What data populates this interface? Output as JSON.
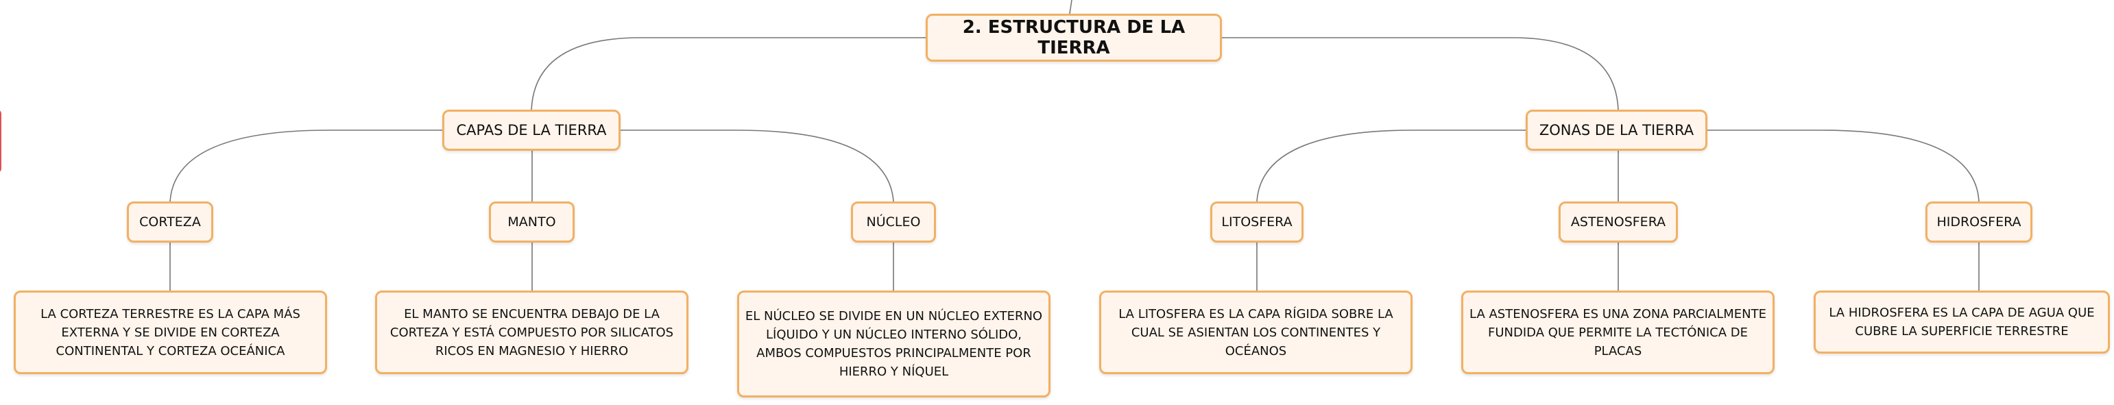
{
  "root": {
    "title": "2. ESTRUCTURA DE LA TIERRA"
  },
  "branches": [
    {
      "label": "CAPAS DE LA TIERRA",
      "children": [
        {
          "label": "CORTEZA",
          "description": "LA CORTEZA TERRESTRE ES LA CAPA MÁS EXTERNA Y SE DIVIDE EN CORTEZA CONTINENTAL Y CORTEZA OCEÁNICA"
        },
        {
          "label": "MANTO",
          "description": "EL MANTO SE ENCUENTRA DEBAJO DE LA CORTEZA Y ESTÁ COMPUESTO POR SILICATOS RICOS EN MAGNESIO Y HIERRO"
        },
        {
          "label": "NÚCLEO",
          "description": "EL NÚCLEO SE DIVIDE EN UN NÚCLEO EXTERNO LÍQUIDO Y UN NÚCLEO INTERNO SÓLIDO, AMBOS COMPUESTOS PRINCIPALMENTE POR HIERRO Y NÍQUEL"
        }
      ]
    },
    {
      "label": "ZONAS DE LA TIERRA",
      "children": [
        {
          "label": "LITOSFERA",
          "description": "LA LITOSFERA ES LA CAPA RÍGIDA SOBRE LA CUAL SE ASIENTAN LOS CONTINENTES Y OCÉANOS"
        },
        {
          "label": "ASTENOSFERA",
          "description": "LA ASTENOSFERA ES UNA ZONA PARCIALMENTE FUNDIDA QUE PERMITE LA TECTÓNICA DE PLACAS"
        },
        {
          "label": "HIDROSFERA",
          "description": "LA HIDROSFERA ES LA CAPA DE AGUA QUE CUBRE LA SUPERFICIE TERRESTRE"
        }
      ]
    }
  ],
  "colors": {
    "border": "#f2b063",
    "fill": "#fff5ec",
    "line": "#777777",
    "edge_marker": "#e05151"
  }
}
